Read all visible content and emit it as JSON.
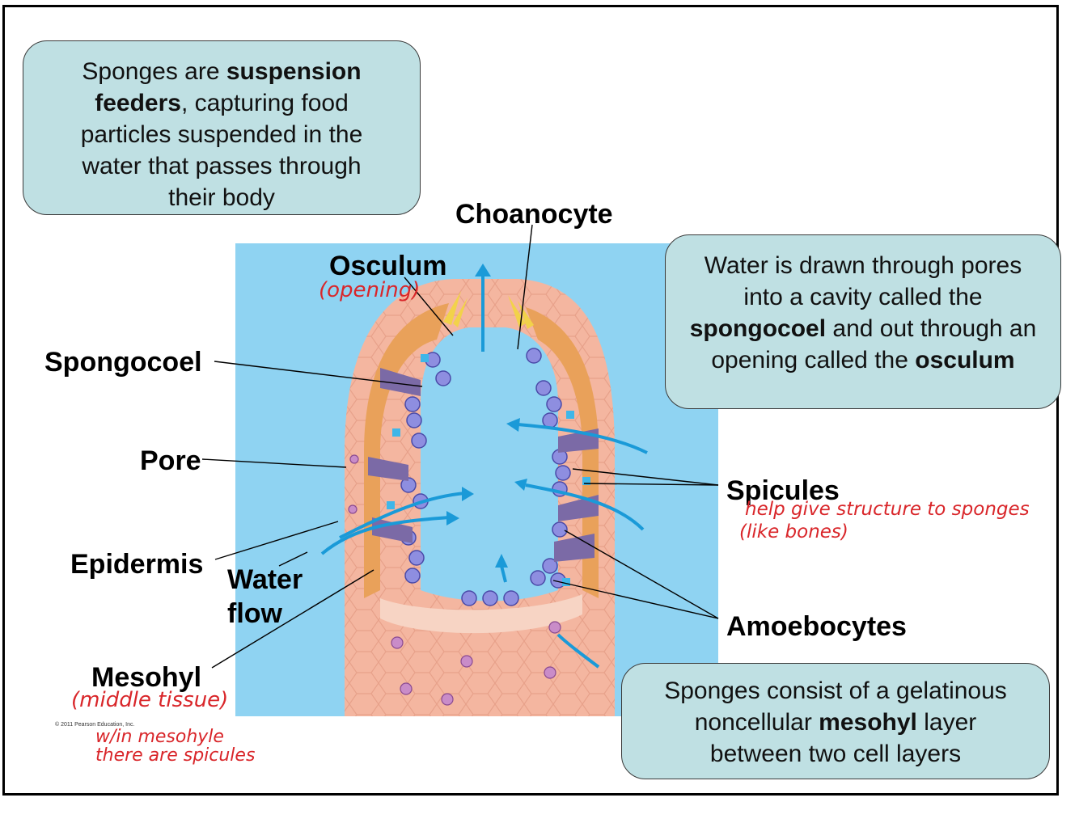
{
  "callouts": {
    "suspension": {
      "pre": "Sponges are ",
      "b1": "suspension feeders",
      "post": ", capturing food particles suspended in the water that passes through their body"
    },
    "water": {
      "pre": "Water is drawn through pores into a cavity called the ",
      "b1": "spongocoel",
      "mid": " and out through an opening called the ",
      "b2": "osculum"
    },
    "mesohyl": {
      "pre": "Sponges consist of a gelatinous noncellular ",
      "b1": "mesohyl",
      "post": " layer between two cell layers"
    }
  },
  "labels": {
    "choanocyte": "Choanocyte",
    "osculum": "Osculum",
    "spongocoel": "Spongocoel",
    "pore": "Pore",
    "epidermis": "Epidermis",
    "water_flow_1": "Water",
    "water_flow_2": "flow",
    "mesohyl": "Mesohyl",
    "spicules": "Spicules",
    "amoebocytes": "Amoebocytes"
  },
  "notes": {
    "opening": "(opening)",
    "spicules_1": "help give structure to sponges",
    "spicules_2": "(like bones)",
    "middle": "(middle tissue)",
    "within_1": "w/in mesohyle",
    "within_2": "there are spicules"
  },
  "copyright": "© 2011 Pearson Education, Inc.",
  "colors": {
    "background_panel": "#8fd3f2",
    "callout": "#bfe0e3",
    "annotation": "#d9262a",
    "body_wall": "#f4b6a0",
    "arrow": "#1a9ad8"
  }
}
